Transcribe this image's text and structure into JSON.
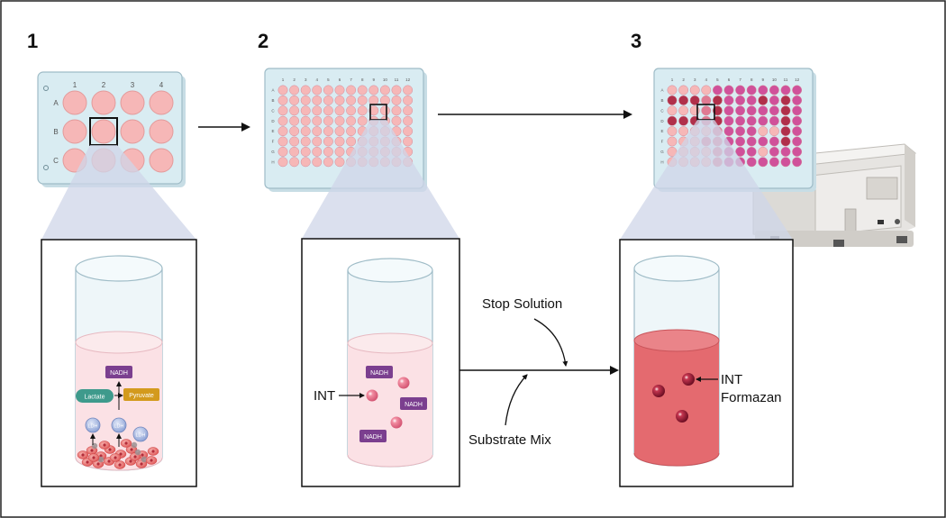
{
  "steps": [
    "1",
    "2",
    "3"
  ],
  "plate12": {
    "col_labels": [
      "1",
      "2",
      "3",
      "4"
    ],
    "row_labels": [
      "A",
      "B",
      "C"
    ]
  },
  "plate96": {
    "col_labels": [
      "1",
      "2",
      "3",
      "4",
      "5",
      "6",
      "7",
      "8",
      "9",
      "10",
      "11",
      "12"
    ],
    "row_labels": [
      "A",
      "B",
      "C",
      "D",
      "E",
      "F",
      "G",
      "H"
    ]
  },
  "panel1": {
    "nadh": "NADH",
    "lactate": "Lactate",
    "pyruvate": "Pyruvate",
    "ldh": "LDH"
  },
  "panel2": {
    "nadh": "NADH",
    "int_label": "INT"
  },
  "panel3": {
    "product_line1": "INT",
    "product_line2": "Formazan"
  },
  "labels": {
    "stop_solution": "Stop Solution",
    "substrate_mix": "Substrate Mix"
  },
  "colors": {
    "well_pink": "#f6b7b7",
    "plate_blue": "#d9ecf2",
    "liquid_pink": "#fbe1e5",
    "liquid_red": "#e46a6f",
    "nadh_purple": "#7b3f8f",
    "lactate_teal": "#3e9a8c",
    "pyruvate_gold": "#d39a1d",
    "ldh_blue": "#8ea3d6",
    "int_bead": "#ee7f95",
    "formazan_bead": "#a01b3a",
    "magenta_well": "#d0519a",
    "dark_red_well": "#b0304a"
  }
}
